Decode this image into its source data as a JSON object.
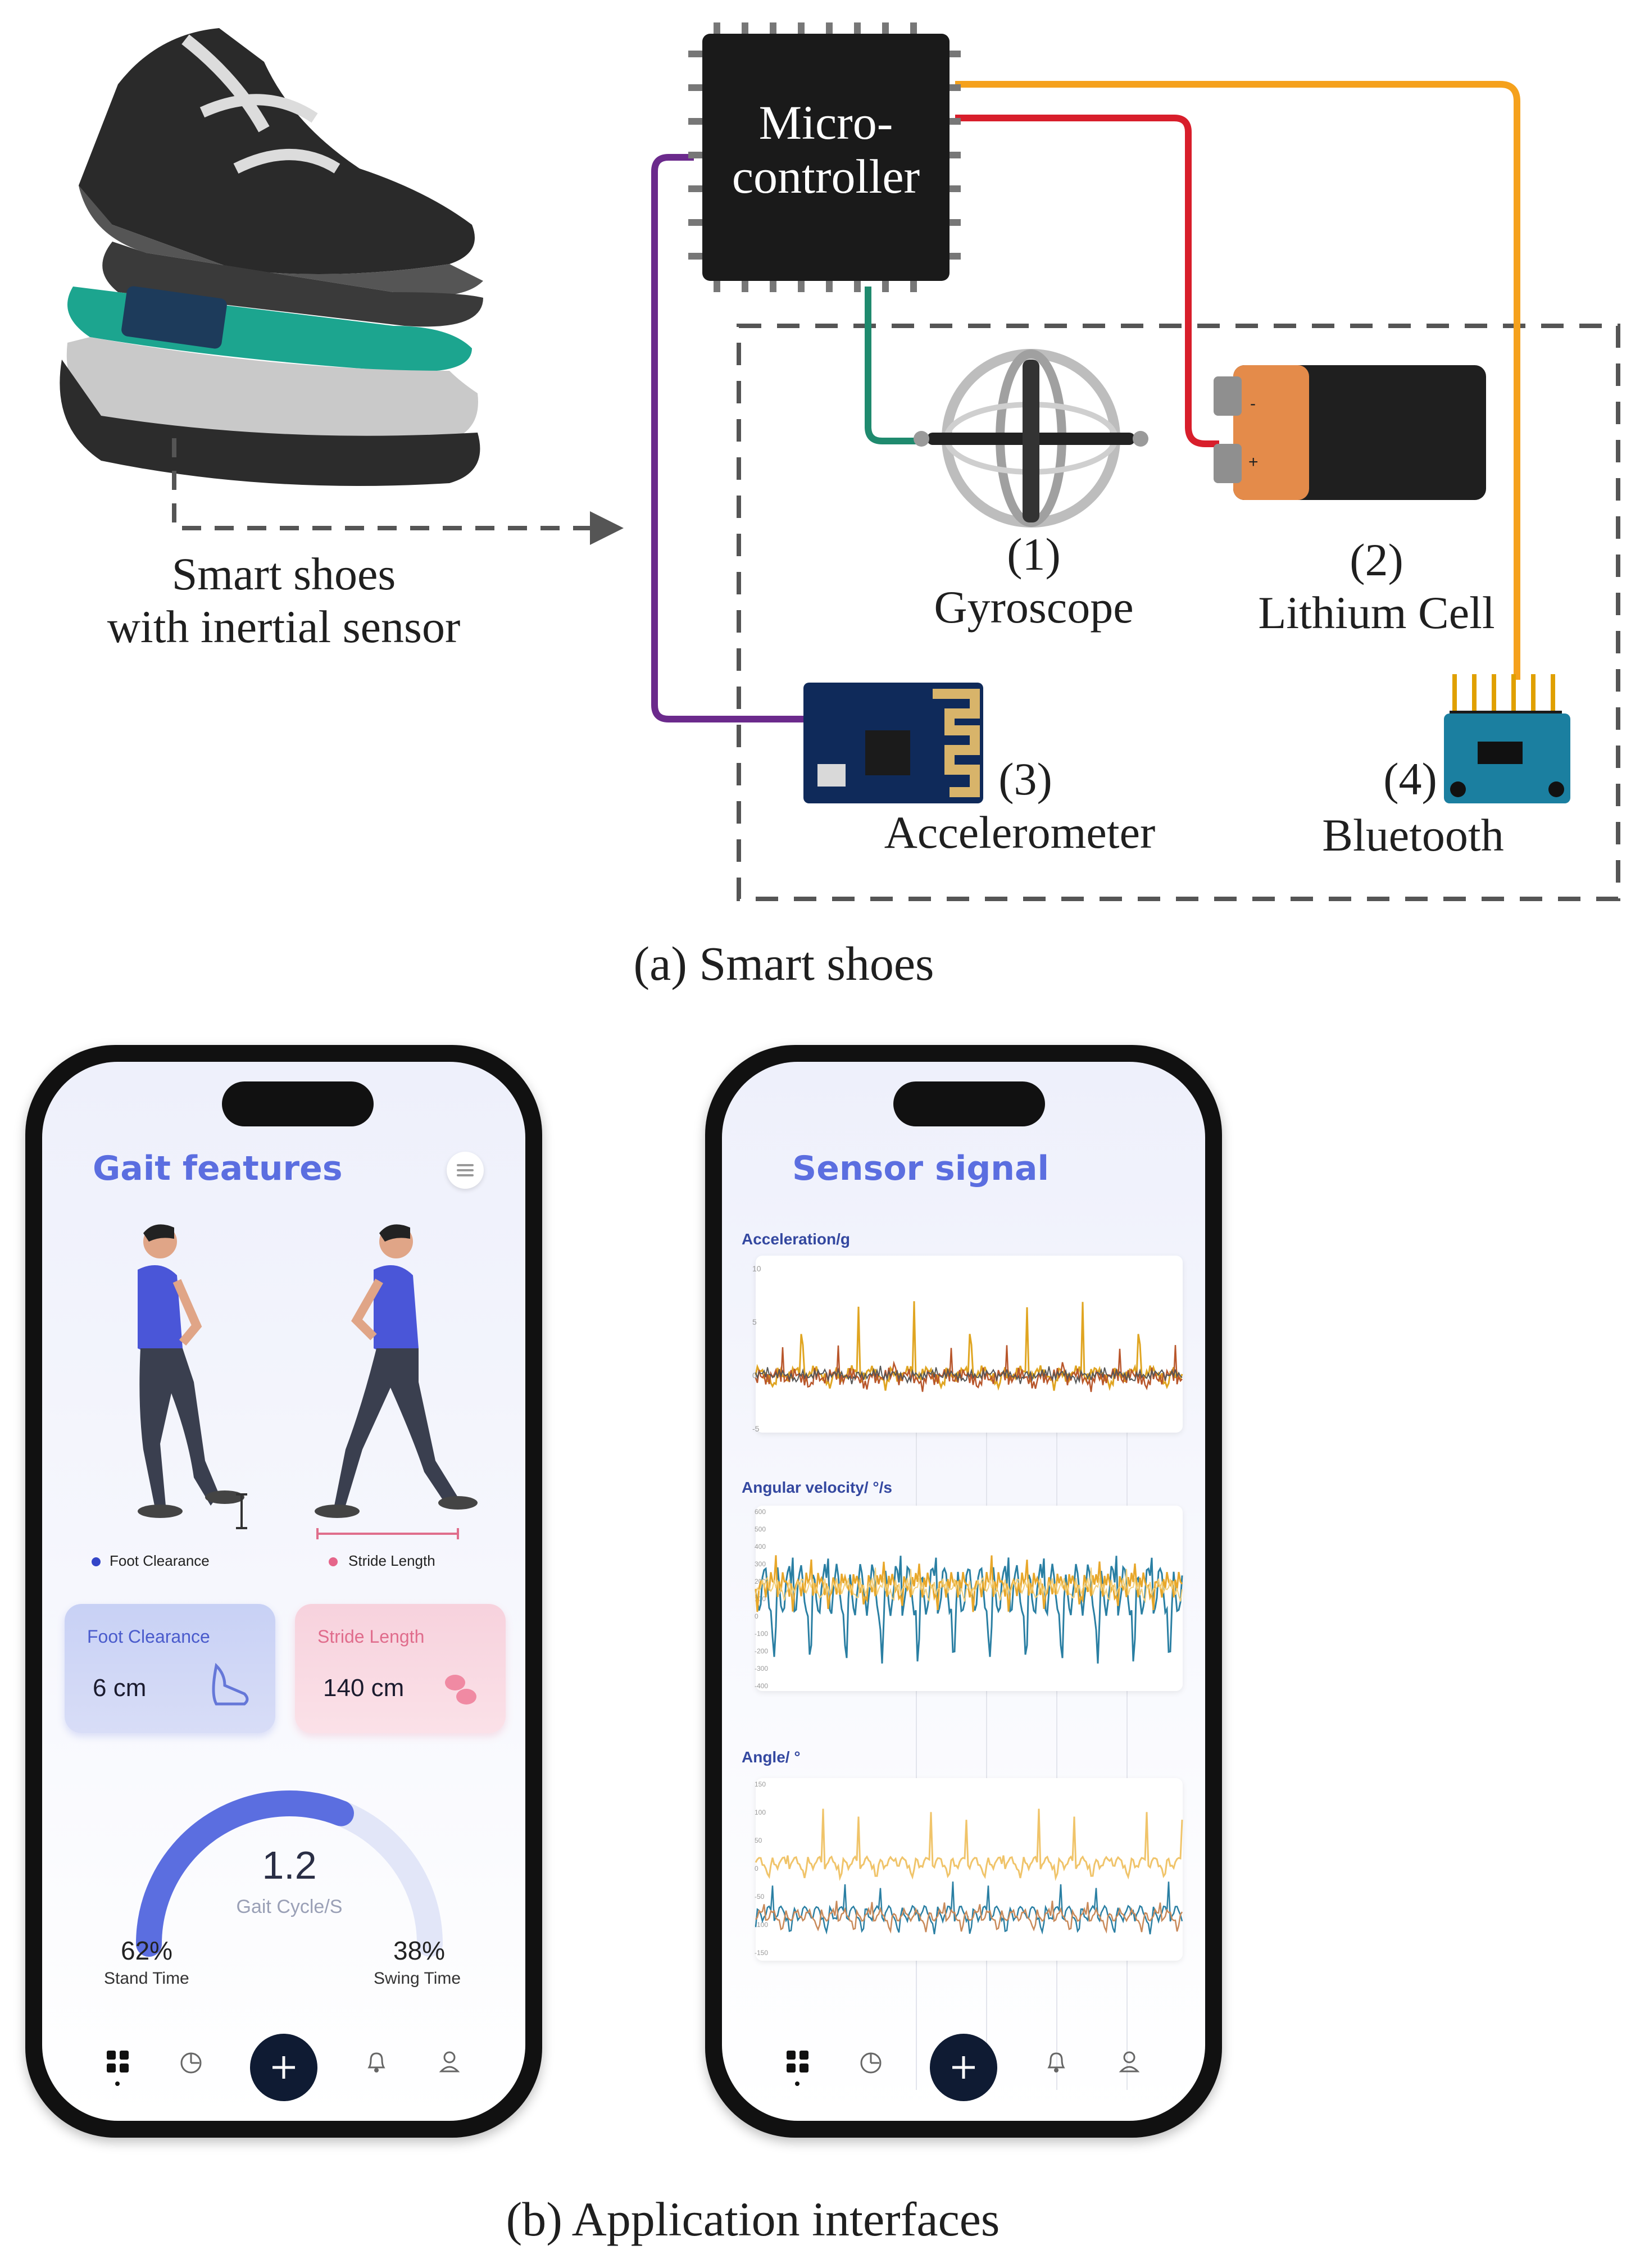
{
  "part_a": {
    "shoe_caption": [
      "Smart shoes",
      "with inertial sensor"
    ],
    "mcu_label": [
      "Micro-",
      "controller"
    ],
    "components": [
      {
        "number": "(1)",
        "name": "Gyroscope"
      },
      {
        "number": "(2)",
        "name": "Lithium Cell"
      },
      {
        "number": "(3)",
        "name": "Accelerometer"
      },
      {
        "number": "(4)",
        "name": "Bluetooth"
      }
    ],
    "battery_terminals": [
      "-",
      "+"
    ],
    "wire_colors": {
      "gyroscope": "#1f8a6e",
      "battery": "#d81e2b",
      "bluetooth": "#f5a11c",
      "accelerometer": "#6b2a8c"
    },
    "caption": "(a) Smart shoes"
  },
  "phone1": {
    "title": "Gait features",
    "legend": [
      "Foot Clearance",
      "Stride Length"
    ],
    "card_left": {
      "title": "Foot Clearance",
      "value": "6 cm"
    },
    "card_right": {
      "title": "Stride Length",
      "value": "140 cm"
    },
    "gauge": {
      "value": "1.2",
      "label": "Gait Cycle/S",
      "fill_fraction": 0.62
    },
    "left_stat": {
      "value": "62%",
      "label": "Stand Time"
    },
    "right_stat": {
      "value": "38%",
      "label": "Swing Time"
    }
  },
  "phone2": {
    "title": "Sensor signal",
    "charts": [
      {
        "label": "Acceleration/g",
        "ticks": [
          "10",
          "5",
          "0",
          "-5"
        ]
      },
      {
        "label": "Angular velocity/ °/s",
        "ticks": [
          "600",
          "500",
          "400",
          "300",
          "200",
          "100",
          "0",
          "-100",
          "-200",
          "-300",
          "-400"
        ]
      },
      {
        "label": "Angle/ °",
        "ticks": [
          "150",
          "100",
          "50",
          "0",
          "-50",
          "-100",
          "-150"
        ]
      }
    ]
  },
  "nav_icons": [
    "grid-icon",
    "chart-icon",
    "plus-icon",
    "bell-icon",
    "user-icon"
  ],
  "caption_b": "(b) Application interfaces"
}
